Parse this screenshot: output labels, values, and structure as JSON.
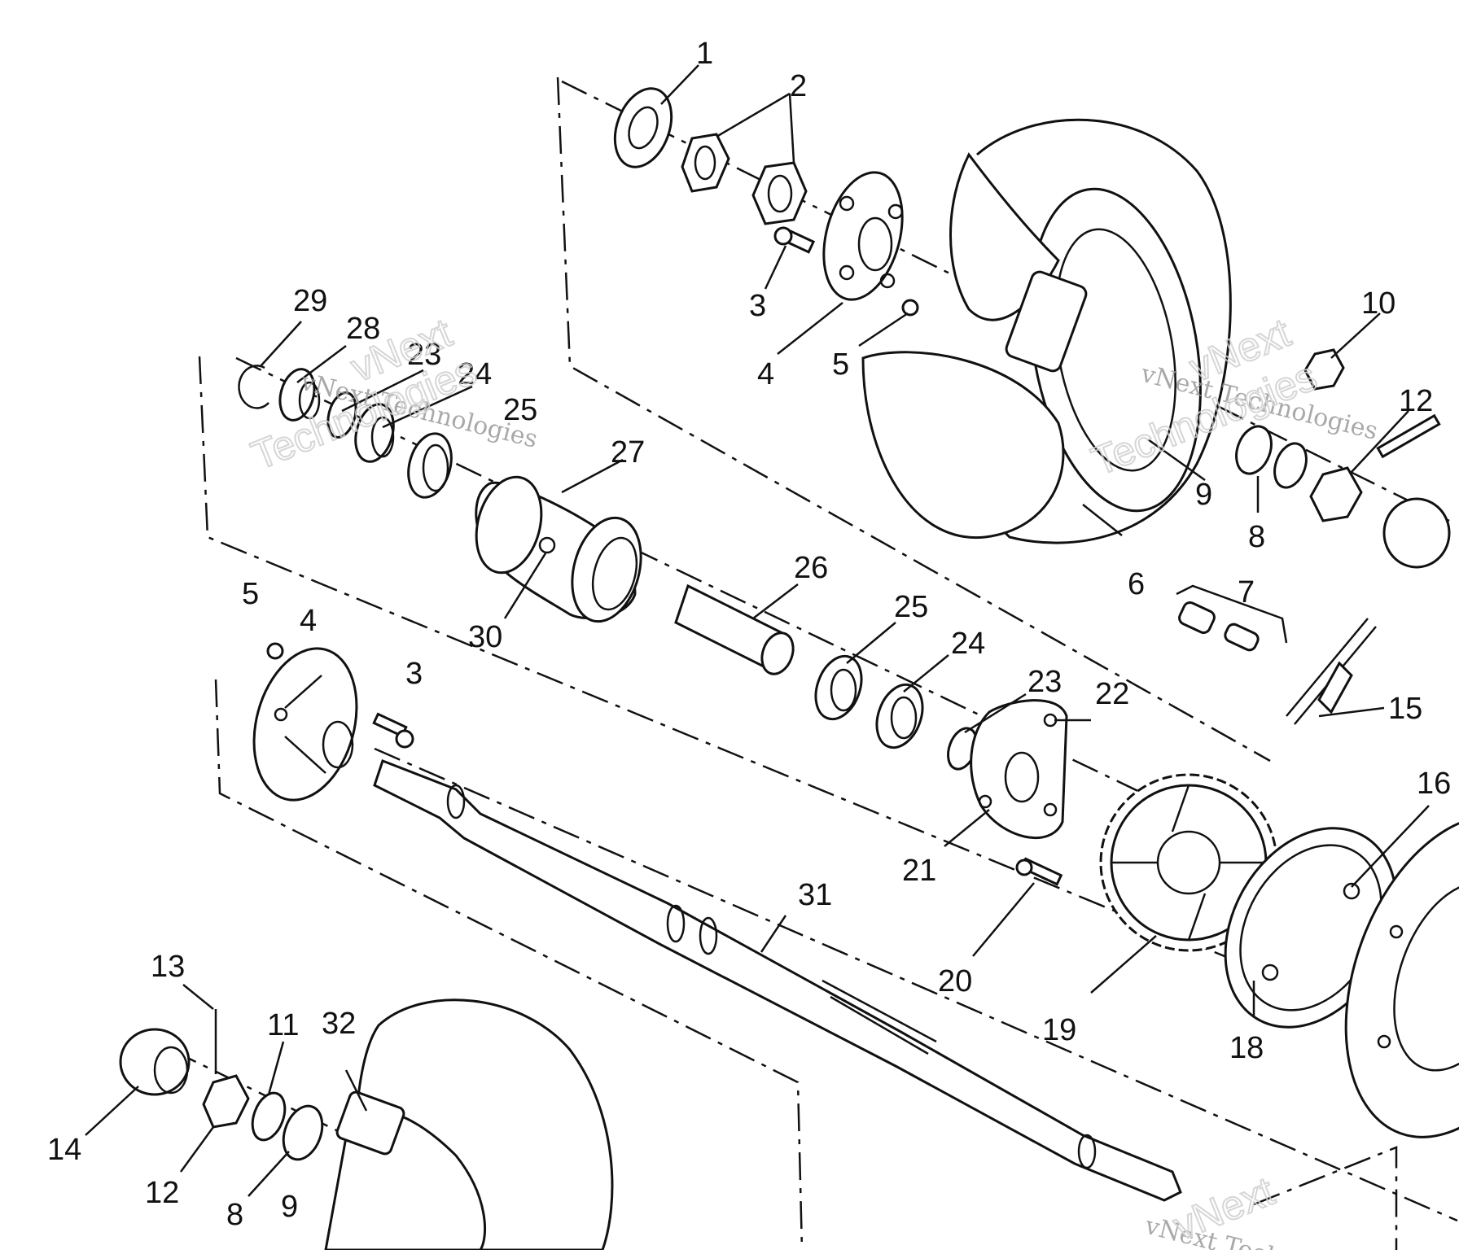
{
  "diagram": {
    "callouts": [
      "1",
      "2",
      "3",
      "4",
      "5",
      "6",
      "7",
      "8",
      "9",
      "10",
      "12",
      "29",
      "28",
      "23",
      "24",
      "25",
      "27",
      "26",
      "30",
      "5",
      "4",
      "3",
      "25",
      "24",
      "23",
      "22",
      "15",
      "16",
      "21",
      "31",
      "20",
      "19",
      "18",
      "13",
      "11",
      "32",
      "14",
      "12",
      "8",
      "9"
    ],
    "watermark_text": [
      "vNext Technologies",
      "vNext Technologies",
      "Technologies",
      "Technologies",
      "vNext",
      "vNext",
      "vNext Technologies",
      "vNext"
    ]
  }
}
